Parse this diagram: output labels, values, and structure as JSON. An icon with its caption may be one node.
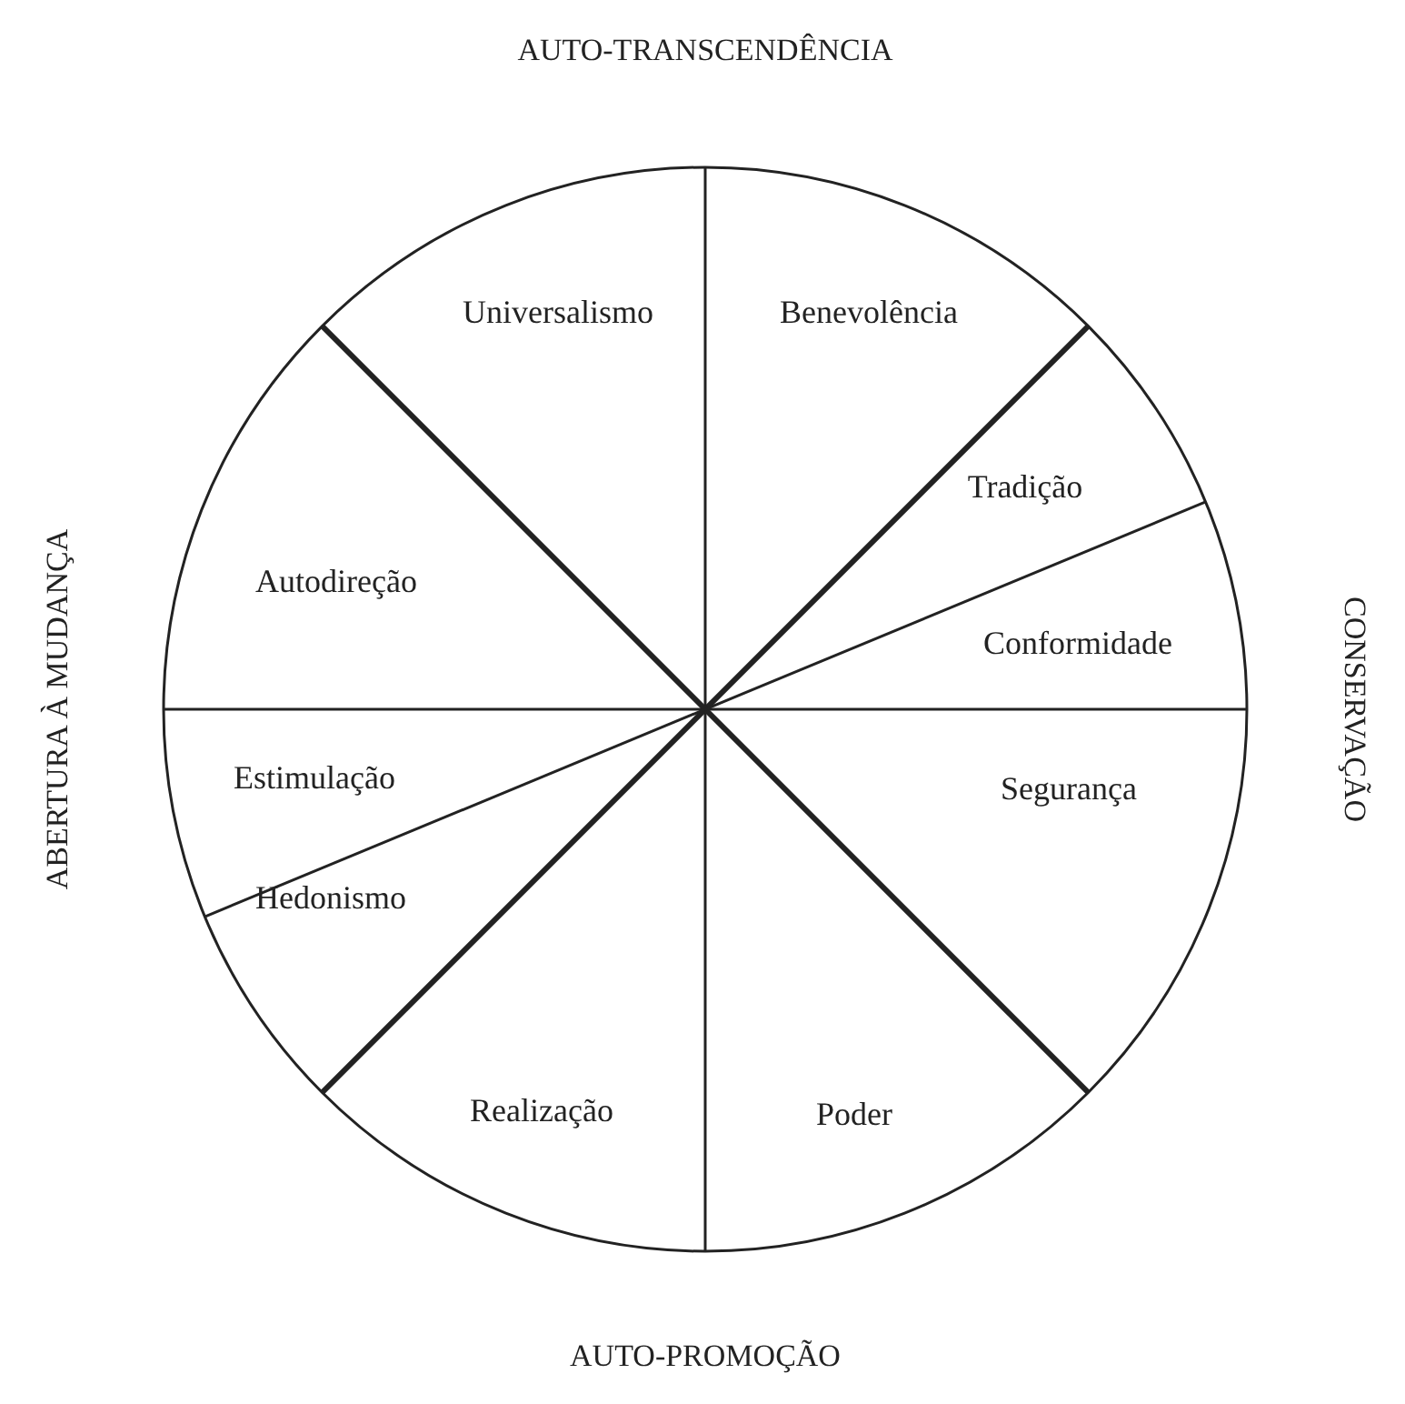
{
  "diagram": {
    "labels": [
      "AUTO-TRANSCENDÊNCIA",
      "Universalismo",
      "Benevolência",
      "Tradição",
      "Autodireção",
      "Conformidade",
      "Estimulação",
      "Segurança",
      "Hedonismo",
      "Realização",
      "Poder",
      "AUTO-PROMOÇÃO",
      "ABERTURA À MUDANÇA",
      "CONSERVAÇÃO"
    ]
  }
}
